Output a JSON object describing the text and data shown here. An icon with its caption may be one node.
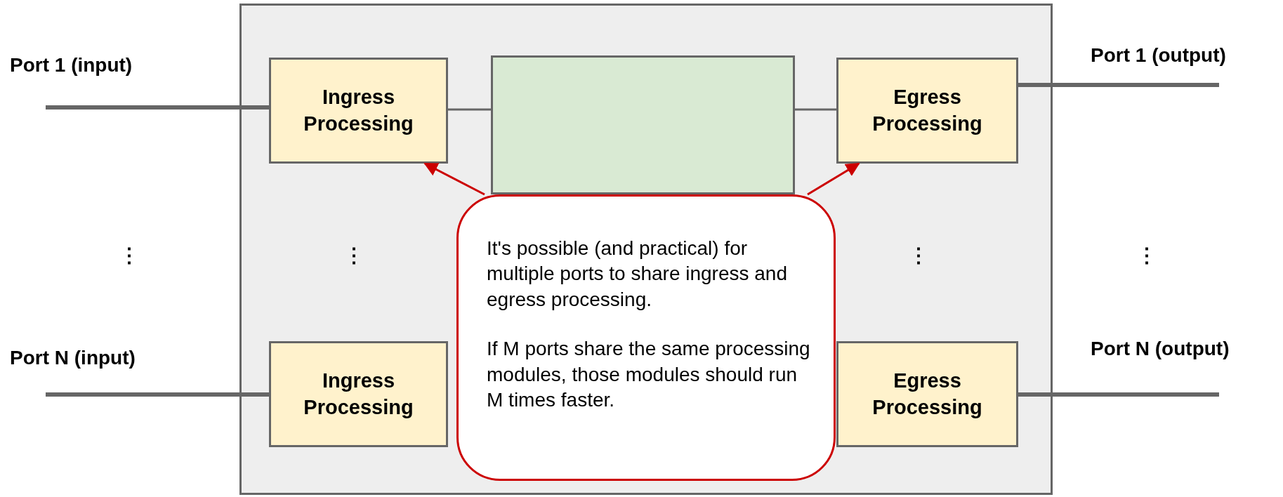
{
  "diagram": {
    "nodes": [
      {
        "text": [],
        "shape": "box"
      },
      {
        "text": [
          "Ingress Processing"
        ],
        "in": 0
      },
      {
        "text": [],
        "shape": "box",
        "in": 0
      },
      {
        "text": [
          "Egress Processing"
        ],
        "in": 0
      },
      {
        "text": [
          "Ingress Processing"
        ],
        "in": 0
      },
      {
        "text": [
          "Egress Processing"
        ],
        "in": 0
      },
      {
        "text": [
          "It's possible (and practical) for multiple ports to share ingress and egress processing.",
          "If M ports share the same processing modules, those modules should run M times faster."
        ],
        "in": 0
      }
    ],
    "edges": [
      {
        "from": null,
        "to": 1,
        "arrow": "none",
        "style": "thick"
      },
      {
        "from": 1,
        "to": 2,
        "arrow": "none"
      },
      {
        "from": 2,
        "to": 3,
        "arrow": "none"
      },
      {
        "from": 3,
        "to": null,
        "arrow": "none",
        "style": "thick"
      },
      {
        "from": null,
        "to": 4,
        "arrow": "none",
        "style": "thick"
      },
      {
        "from": 5,
        "to": null,
        "arrow": "none",
        "style": "thick"
      },
      {
        "from": 6,
        "to": 1,
        "arrow": "to",
        "color": "#cc0000"
      },
      {
        "from": 6,
        "to": 3,
        "arrow": "to",
        "color": "#cc0000"
      }
    ],
    "labels": [
      "Port 1 (input)",
      "Port 1 (output)",
      "⋮",
      "⋮",
      "⋮",
      "⋮",
      "Port N (input)",
      "Port N (output)"
    ]
  }
}
